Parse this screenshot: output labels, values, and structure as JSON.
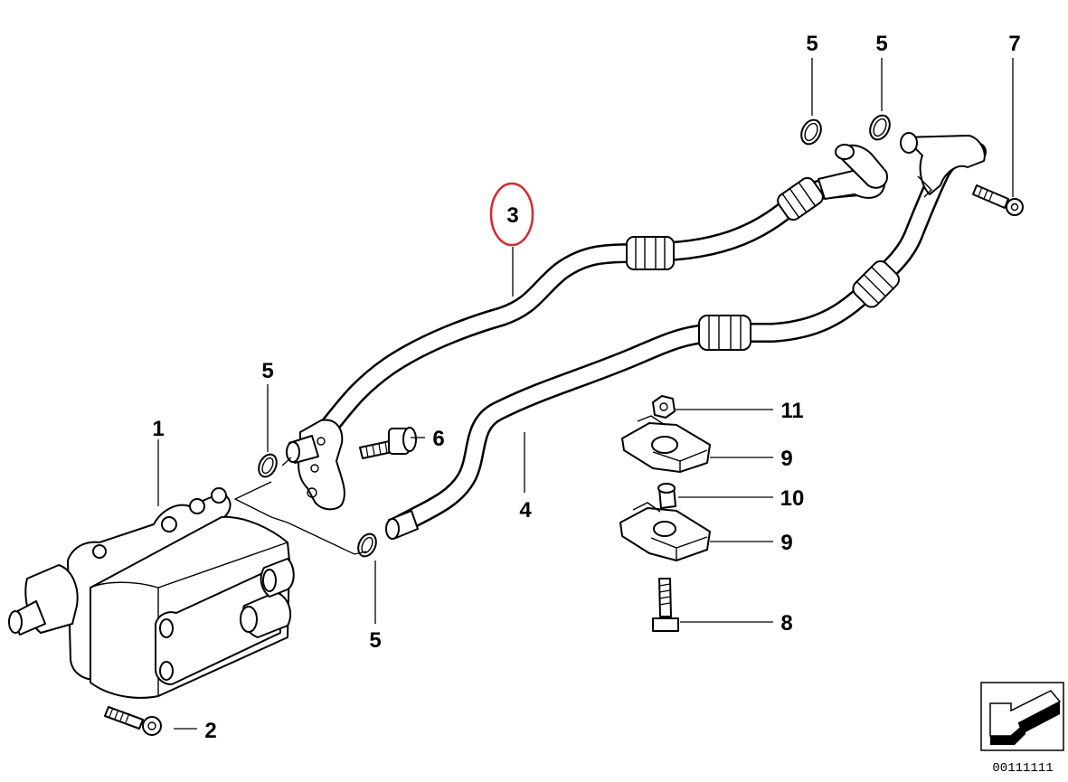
{
  "callouts": {
    "c1": "1",
    "c2": "2",
    "c3": "3",
    "c4": "4",
    "c5_top_a": "5",
    "c5_top_b": "5",
    "c5_mid": "5",
    "c5_bottom": "5",
    "c6": "6",
    "c7": "7",
    "c8": "8",
    "c9_upper": "9",
    "c9_lower": "9",
    "c10": "10",
    "c11": "11"
  },
  "highlight": {
    "callout": "3",
    "color": "#d42a2a"
  },
  "diagram_id": "00111111",
  "icons": {
    "nav": "arrow-left-icon"
  }
}
